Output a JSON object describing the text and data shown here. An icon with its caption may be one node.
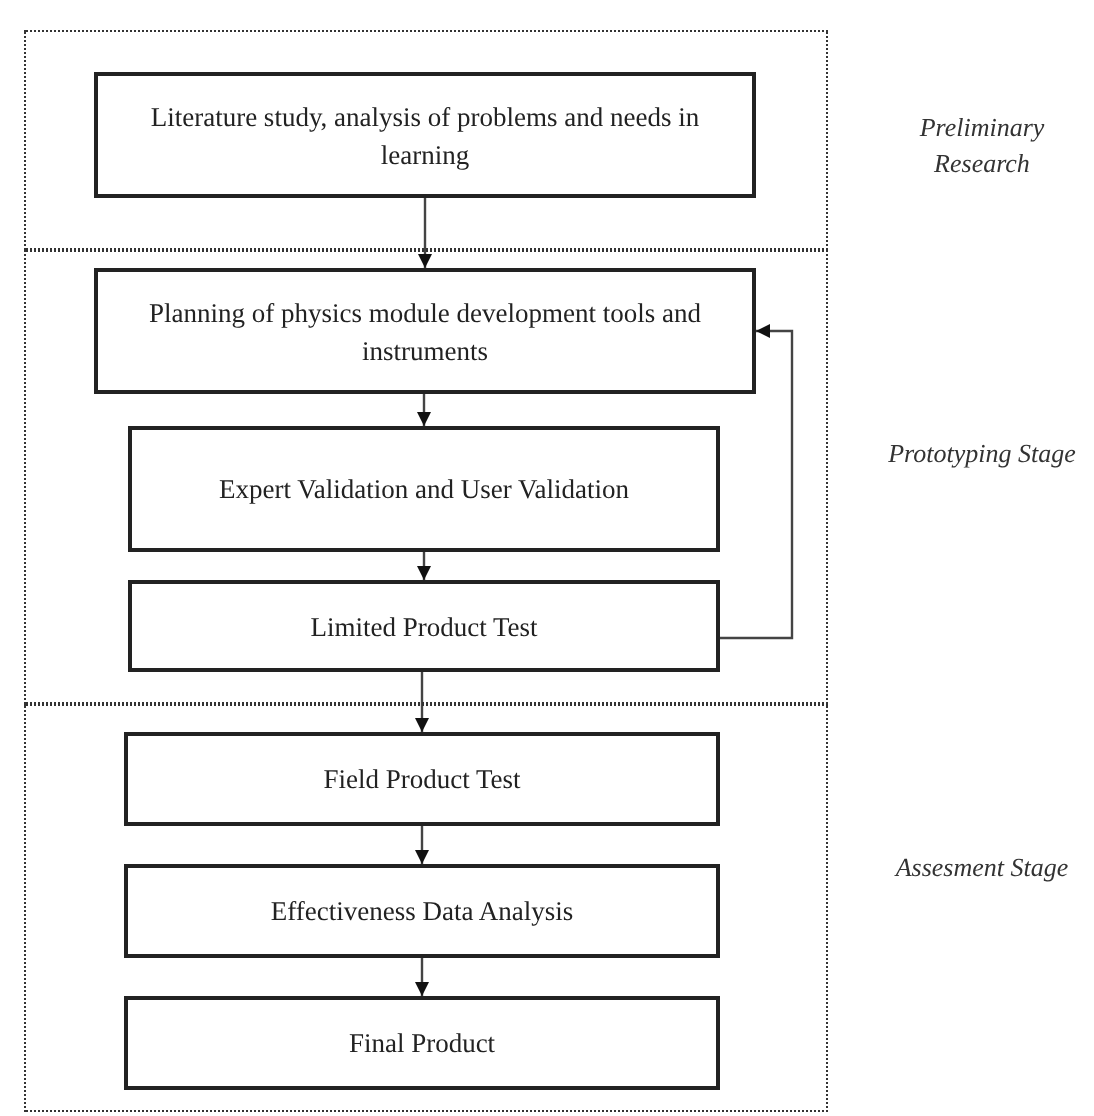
{
  "diagram": {
    "nodes": [
      {
        "text": [
          "Preliminary Research"
        ]
      },
      {
        "text": [
          "Literature study, analysis of problems and needs in learning"
        ],
        "in": 0
      },
      {
        "text": [
          "Prototyping Stage"
        ]
      },
      {
        "text": [
          "Planning of physics module development tools and instruments"
        ],
        "in": 2
      },
      {
        "text": [
          "Expert Validation and User Validation"
        ],
        "in": 2
      },
      {
        "text": [
          "Limited Product Test"
        ],
        "in": 2
      },
      {
        "text": [
          "Assesment Stage"
        ]
      },
      {
        "text": [
          "Field Product Test"
        ],
        "in": 6
      },
      {
        "text": [
          "Effectiveness Data Analysis"
        ],
        "in": 6
      },
      {
        "text": [
          "Final Product"
        ],
        "in": 6
      }
    ],
    "edges": [
      {
        "from": 1,
        "to": 3,
        "arrow": "to"
      },
      {
        "from": 3,
        "to": 4,
        "arrow": "to"
      },
      {
        "from": 4,
        "to": 5,
        "arrow": "to"
      },
      {
        "from": 5,
        "to": 3,
        "arrow": "to"
      },
      {
        "from": 5,
        "to": 7,
        "arrow": "to"
      },
      {
        "from": 7,
        "to": 8,
        "arrow": "to"
      },
      {
        "from": 8,
        "to": 9,
        "arrow": "to"
      }
    ]
  }
}
